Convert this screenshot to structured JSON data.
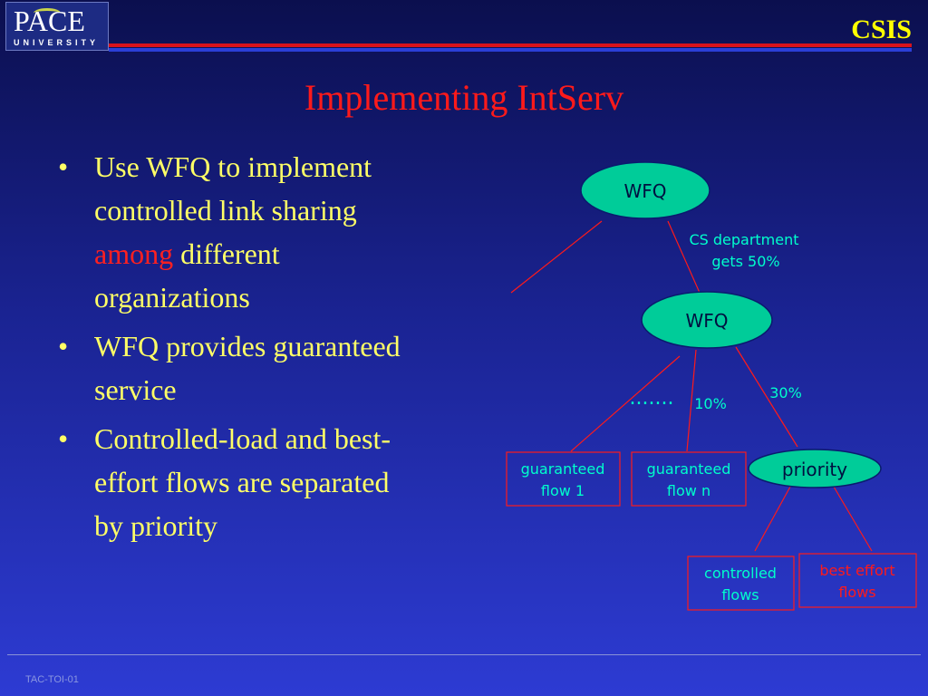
{
  "header": {
    "logo": {
      "word": "PACE",
      "sub": "UNIVERSITY"
    },
    "brand": "CSIS"
  },
  "slide": {
    "title": "Implementing IntServ",
    "bullets": [
      {
        "parts": [
          "Use WFQ to implement controlled link sharing ",
          "among",
          " different organizations"
        ]
      },
      {
        "text": "WFQ provides guaranteed service"
      },
      {
        "text": "Controlled-load and best-effort flows are separated by priority"
      }
    ]
  },
  "diagram": {
    "nodes": {
      "root": "WFQ",
      "cs": "WFQ",
      "priority": "priority"
    },
    "boxes": {
      "g1": [
        "guaranteed",
        "flow 1"
      ],
      "gn": [
        "guaranteed",
        "flow n"
      ],
      "controlled": [
        "controlled",
        "flows"
      ],
      "best_effort": [
        "best effort",
        "flows"
      ]
    },
    "labels": {
      "cs_share": [
        "CS department",
        "gets 50%"
      ],
      "ellipsis": ".......",
      "ten": "10%",
      "thirty": "30%"
    },
    "colors": {
      "node_fill": "#00cc99",
      "edge": "#ff1a1a",
      "box_text": "#00ffcc",
      "best_effort_text": "#ff1a1a"
    }
  },
  "footer": {
    "text": "TAC-TOI-01"
  }
}
